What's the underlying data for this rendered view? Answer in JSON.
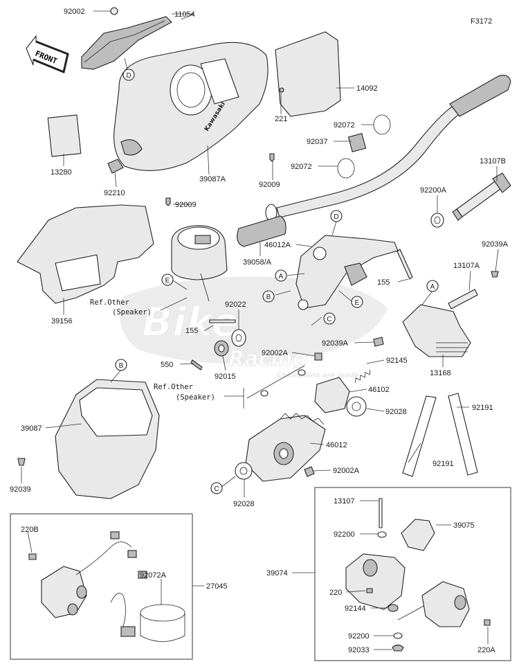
{
  "diagram_code": "F3172",
  "front_label": "FRONT",
  "brand_label": "Kawasaki",
  "watermark": {
    "line1": "Bike",
    "line2": "Racing",
    "tagline": "Champions are made"
  },
  "part_labels": {
    "p92002": "92002",
    "p11054": "11054",
    "p14092": "14092",
    "p221": "221",
    "p92072a": "92072",
    "p92037": "92037",
    "p92072b": "92072",
    "p13280": "13280",
    "p92210": "92210",
    "p39087A": "39087A",
    "p92009a": "92009",
    "p92009b": "92009",
    "p13107B": "13107B",
    "p92200A": "92200A",
    "p46012A": "46012A",
    "p39058A": "39058/A",
    "p92039A_top": "92039A",
    "p155a": "155",
    "p13107A": "13107A",
    "p39156": "39156",
    "p92022": "92022",
    "p155b": "155",
    "p92039A_mid": "92039A",
    "p92002A_a": "92002A",
    "p550": "550",
    "p92015": "92015",
    "p92145": "92145",
    "p46102": "46102",
    "p13168": "13168",
    "p39087": "39087",
    "p92028a": "92028",
    "p92191a": "92191",
    "p92191b": "92191",
    "p46012": "46012",
    "p92002A_b": "92002A",
    "p92039": "92039",
    "p92028b": "92028",
    "p220B": "220B",
    "p92072A": "92072A",
    "p27045": "27045",
    "p13107": "13107",
    "p39075": "39075",
    "p92200": "92200",
    "p39074": "39074",
    "p220": "220",
    "p92144": "92144",
    "p92200b": "92200",
    "p92033": "92033",
    "p220A": "220A"
  },
  "ref_notes": {
    "speaker1_line1": "Ref.Other",
    "speaker1_line2": "(Speaker)",
    "speaker2_line1": "Ref.Other",
    "speaker2_line2": "(Speaker)"
  },
  "callouts": {
    "d_top": "D",
    "a_left": "A",
    "b_mid": "B",
    "e_mid": "E",
    "e_left": "E",
    "c_mid": "C",
    "a_right": "A",
    "b_lower": "B",
    "c_lower": "C",
    "d_mid": "D"
  }
}
